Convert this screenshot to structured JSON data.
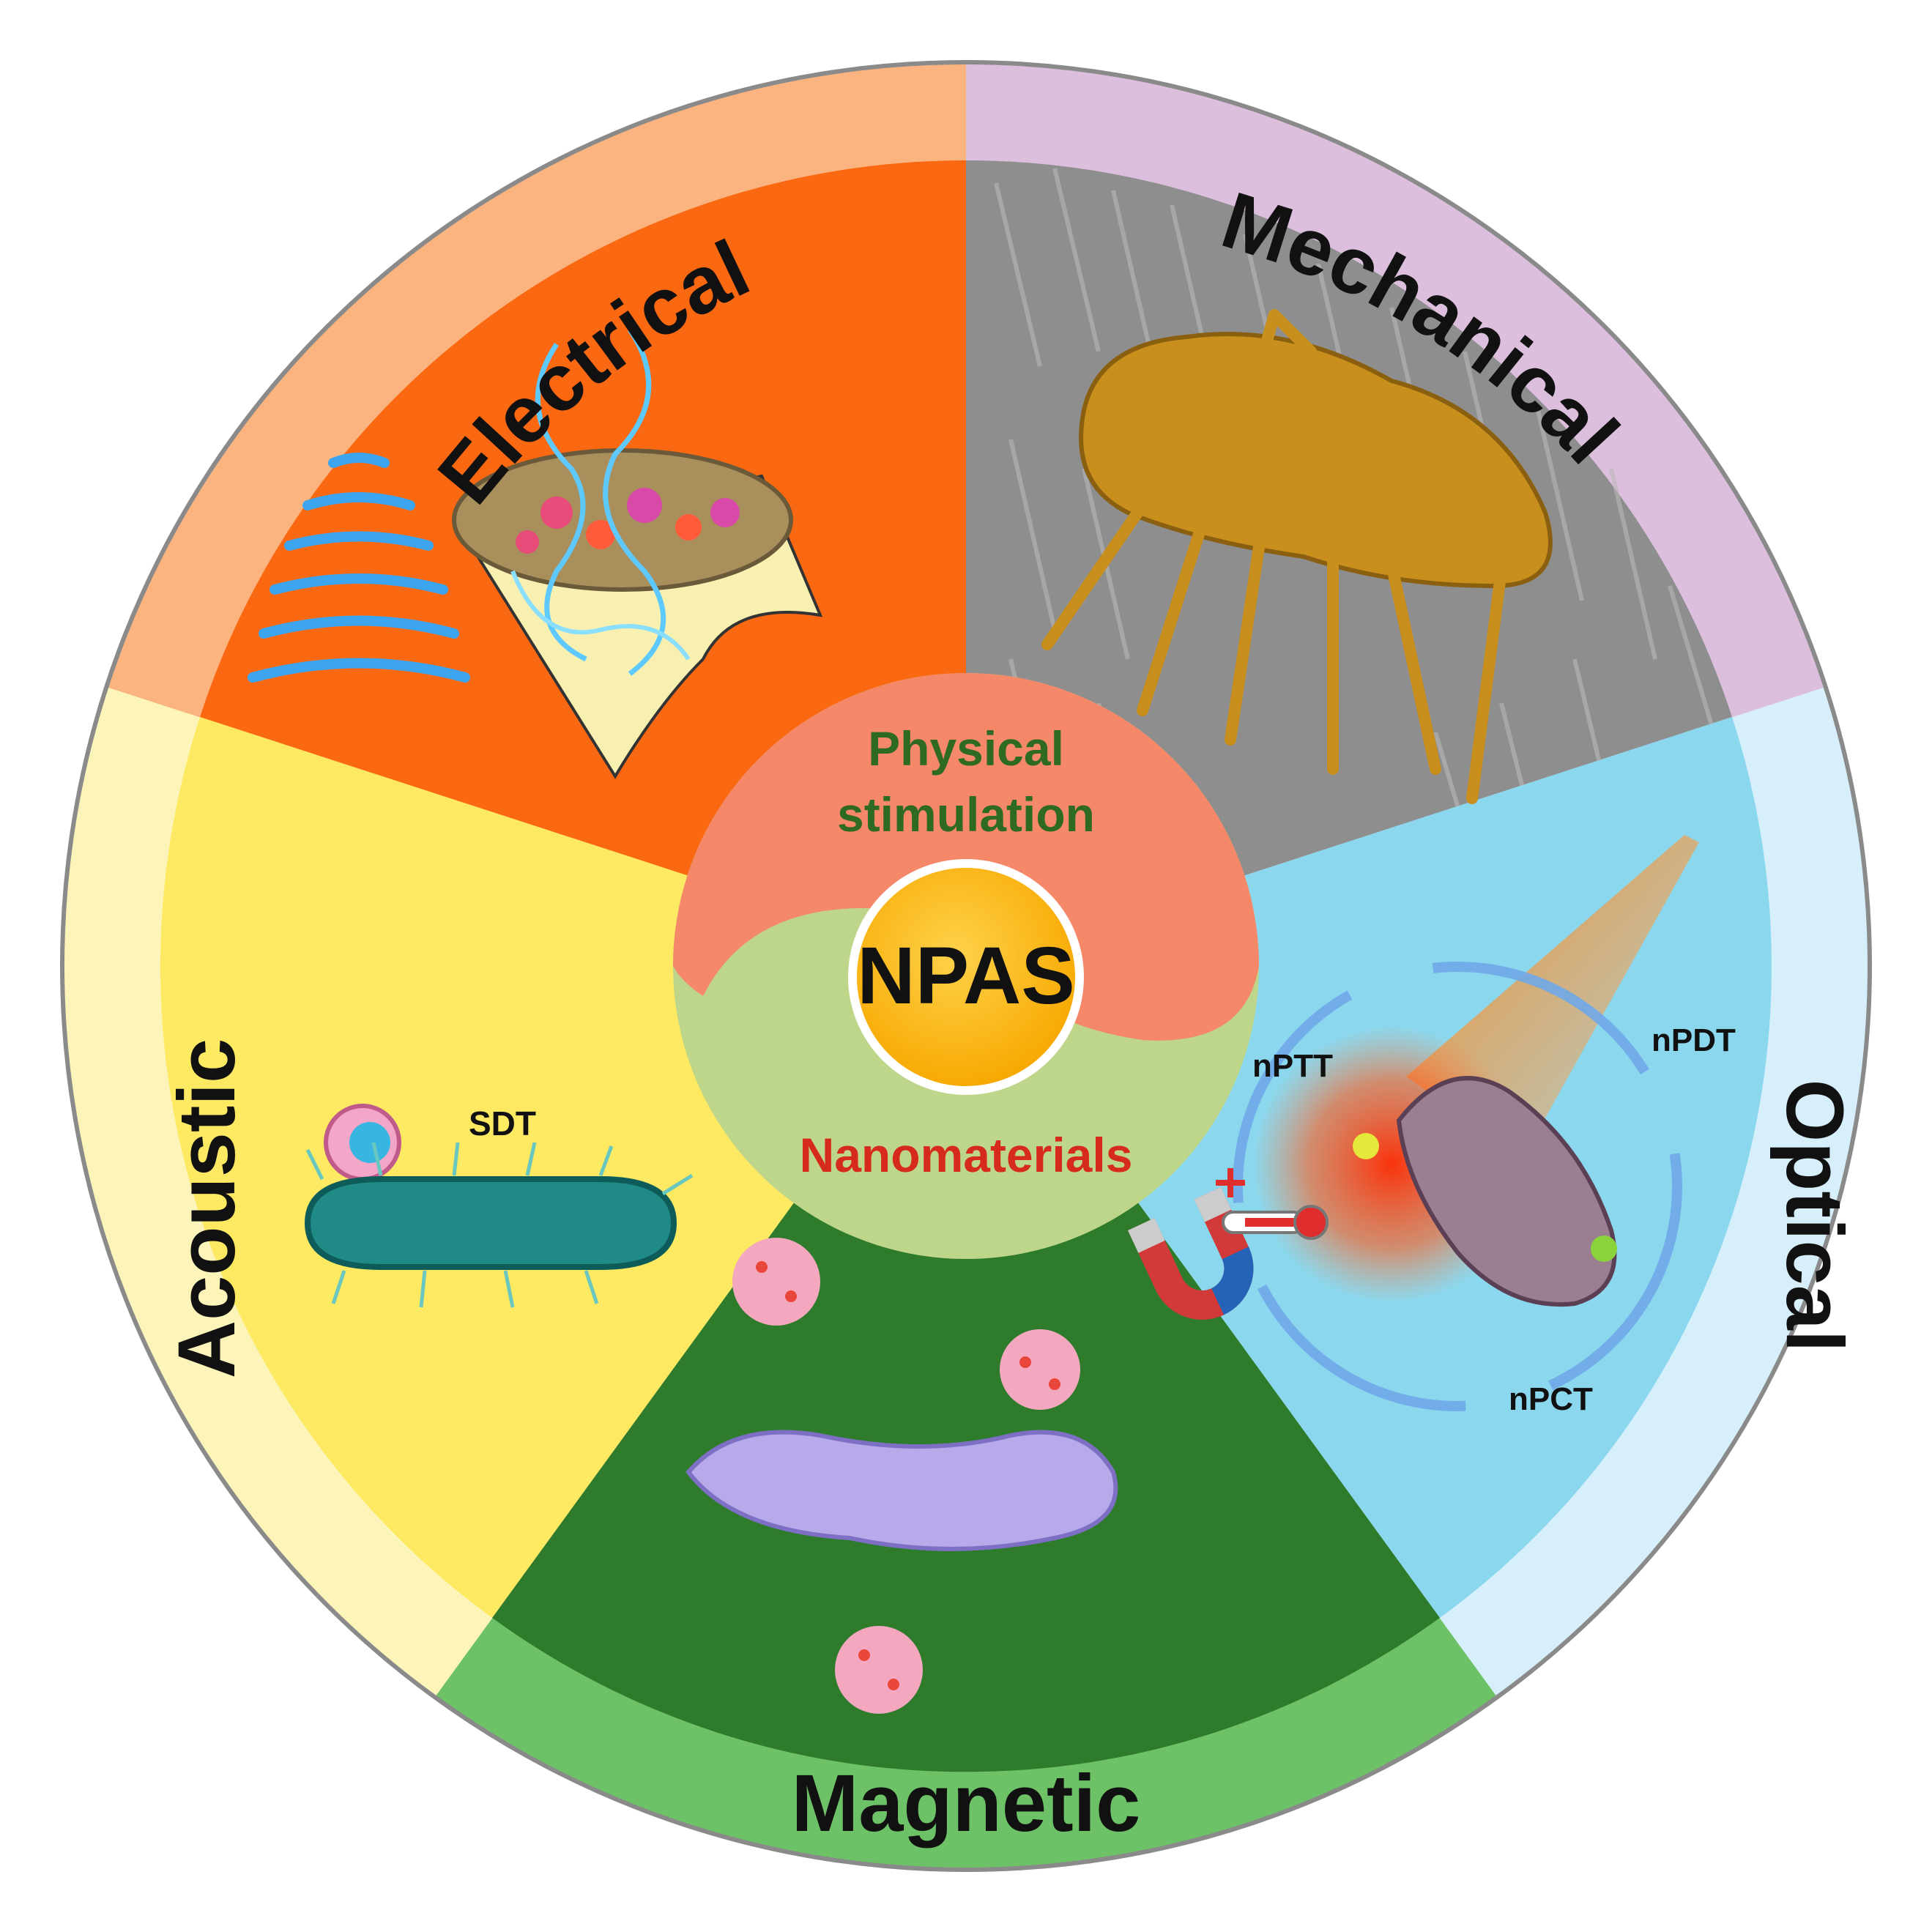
{
  "center": {
    "label": "NPAS",
    "upper_text_line1": "Physical",
    "upper_text_line2": "stimulation",
    "lower_text": "Nanomaterials"
  },
  "segments": [
    {
      "id": "electrical",
      "title": "Electrical",
      "outer_color": "#fbb47f",
      "inner_color": "#fb6812",
      "icon": "bacterium-electric-field-icon"
    },
    {
      "id": "mechanical",
      "title": "Mechanical",
      "outer_color": "#dcbedd",
      "inner_color": "#8e8e8e",
      "icon": "bacterium-on-nanopillars-icon"
    },
    {
      "id": "optical",
      "title": "Optical",
      "outer_color": "#d6effa",
      "inner_color": "#8bd8ee",
      "icon": "bacterium-light-irradiation-icon"
    },
    {
      "id": "magnetic",
      "title": "Magnetic",
      "outer_color": "#6dc166",
      "inner_color": "#2d7b2b",
      "icon": "magnetic-nanoparticles-bacterium-icon"
    },
    {
      "id": "acoustic",
      "title": "Acoustic",
      "outer_color": "#fcf4b8",
      "inner_color": "#fde962",
      "icon": "bacterium-ultrasound-icon"
    }
  ],
  "optical_labels": {
    "nptt": "nPTT",
    "npdt": "nPDT",
    "npct": "nPCT"
  },
  "acoustic_labels": {
    "sdt": "SDT"
  },
  "colors": {
    "center_salmon": "#f6886a",
    "center_green": "#bed68a",
    "npas_gold": "#fdb813",
    "physical_text": "#2f6a22",
    "nanomaterials_text": "#d62a1f",
    "rim": "#8a8a8a"
  }
}
